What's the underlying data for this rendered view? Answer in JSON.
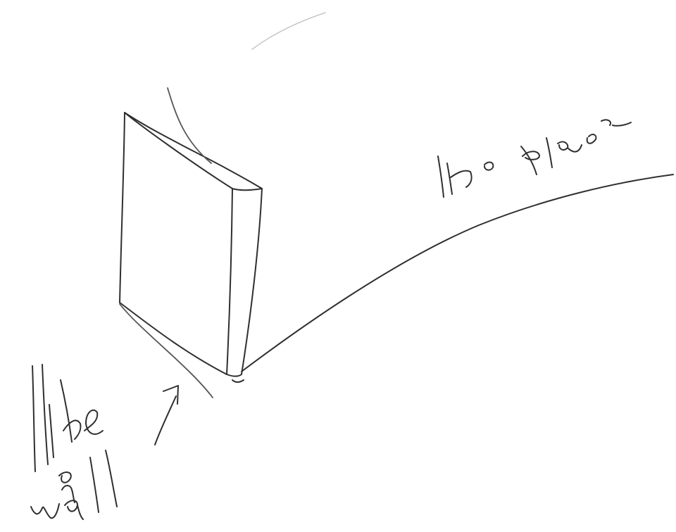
{
  "sketch": {
    "annotations": [
      {
        "id": "like-a-plane",
        "text": "like a plane"
      },
      {
        "id": "like-a-wall",
        "text": "like a wall"
      }
    ],
    "ink_color": "#2f2f2f",
    "faint_color": "#c8c8c8",
    "background": "#ffffff"
  }
}
